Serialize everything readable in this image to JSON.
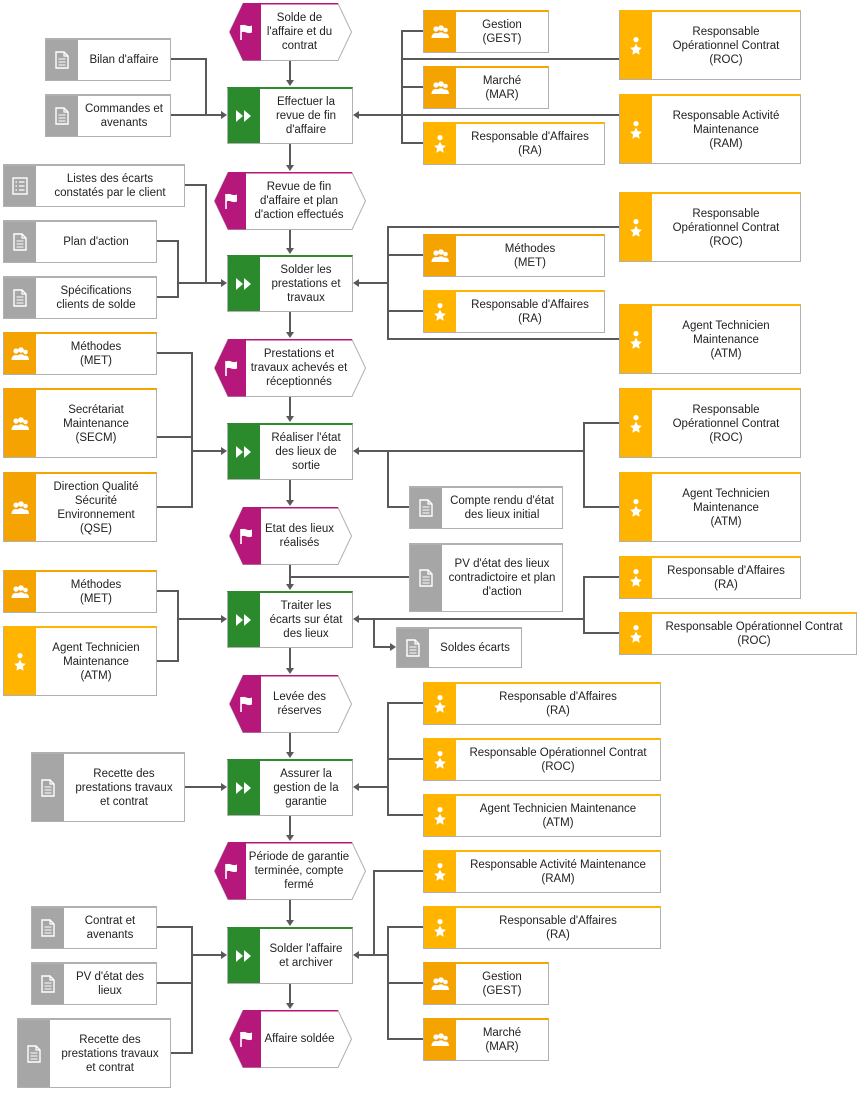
{
  "colors": {
    "event": "#b5177b",
    "activity": "#2b8a2b",
    "organization": "#f5a300",
    "role": "#ffb400",
    "document": "#a6a6a6",
    "line": "#595959"
  },
  "icons": {
    "event": "flag-icon",
    "activity": "double-chevron-icon",
    "document": "document-icon",
    "list_document": "list-document-icon",
    "organization": "group-icon",
    "role": "star-person-icon"
  },
  "events": [
    "Solde de\nl'affaire et du\ncontrat",
    "Revue de fin\nd'affaire et plan\nd'action effectués",
    "Prestations et\ntravaux achevés et\nréceptionnés",
    "Etat des lieux\nréalisés",
    "Levée des\nréserves",
    "Période de garantie\nterminée, compte\nfermé",
    "Affaire soldée"
  ],
  "activities": [
    "Effectuer la\nrevue de fin\nd'affaire",
    "Solder les\nprestations et\ntravaux",
    "Réaliser l'état\ndes lieux de\nsortie",
    "Traiter les\nécarts sur état\ndes lieux",
    "Assurer la\ngestion de la\ngarantie",
    "Solder l'affaire\net archiver"
  ],
  "documents": {
    "a1_bilan": "Bilan d'affaire",
    "a1_commandes": "Commandes et\navenants",
    "a2_listes": "Listes des écarts\nconstatés par le client",
    "a2_plan": "Plan d'action",
    "a2_specs": "Spécifications\nclients de solde",
    "a3_compte_rendu": "Compte rendu d'état\ndes lieux initial",
    "a4_pv": "PV d'état des lieux\ncontradictoire et plan\nd'action",
    "a4_soldes": "Soldes écarts",
    "a5_recette": "Recette des\nprestations travaux\net contrat",
    "a6_contrat": "Contrat et\navenants",
    "a6_pv": "PV d'état des\nlieux",
    "a6_recette": "Recette des\nprestations travaux\net contrat"
  },
  "organizations": {
    "a1_gest": "Gestion\n(GEST)",
    "a1_mar": "Marché\n(MAR)",
    "a2_met": "Méthodes\n(MET)",
    "a3_met": "Méthodes\n(MET)",
    "a3_secm": "Secrétariat\nMaintenance\n(SECM)",
    "a3_qse": "Direction Qualité\nSécurité\nEnvironnement\n(QSE)",
    "a4_met": "Méthodes\n(MET)",
    "a6_gest": "Gestion\n(GEST)",
    "a6_mar": "Marché\n(MAR)"
  },
  "roles": {
    "a1_roc": "Responsable\nOpérationnel Contrat\n(ROC)",
    "a1_ram": "Responsable Activité\nMaintenance\n(RAM)",
    "a1_ra": "Responsable d'Affaires\n(RA)",
    "a2_roc": "Responsable\nOpérationnel Contrat\n(ROC)",
    "a2_ra": "Responsable d'Affaires\n(RA)",
    "a2_atm": "Agent Technicien\nMaintenance\n(ATM)",
    "a3_roc": "Responsable\nOpérationnel Contrat\n(ROC)",
    "a3_atm": "Agent Technicien\nMaintenance\n(ATM)",
    "a4_atm": "Agent Technicien\nMaintenance\n(ATM)",
    "a4_ra": "Responsable d'Affaires\n(RA)",
    "a4_roc": "Responsable Opérationnel Contrat\n(ROC)",
    "a5_ra": "Responsable d'Affaires\n(RA)",
    "a5_roc": "Responsable Opérationnel Contrat\n(ROC)",
    "a5_atm": "Agent Technicien Maintenance\n(ATM)",
    "a6_ram": "Responsable Activité Maintenance\n(RAM)",
    "a6_ra": "Responsable d'Affaires\n(RA)"
  }
}
